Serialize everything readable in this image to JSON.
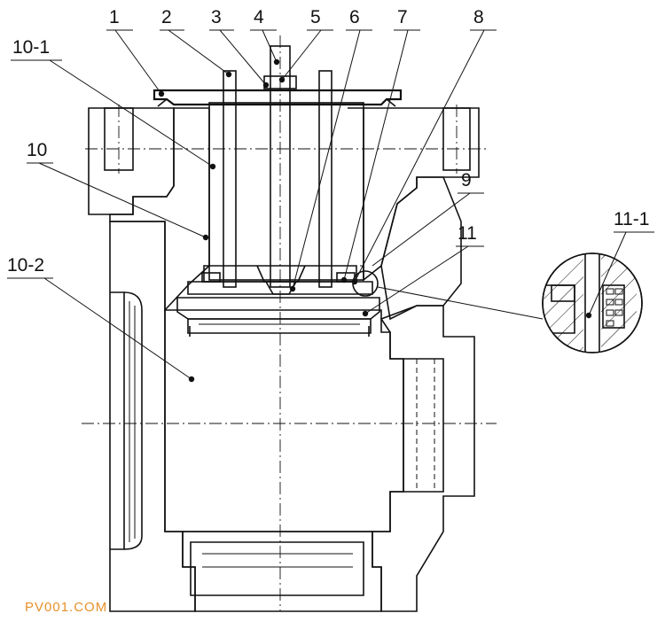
{
  "diagram": {
    "part_labels": [
      "1",
      "2",
      "3",
      "4",
      "5",
      "6",
      "7",
      "8",
      "9",
      "10",
      "10-1",
      "10-2",
      "11",
      "11-1"
    ]
  },
  "watermark": {
    "text": "PV001.COM"
  },
  "colors": {
    "line": "#111111",
    "watermark": "#e8902a",
    "background": "#ffffff"
  }
}
